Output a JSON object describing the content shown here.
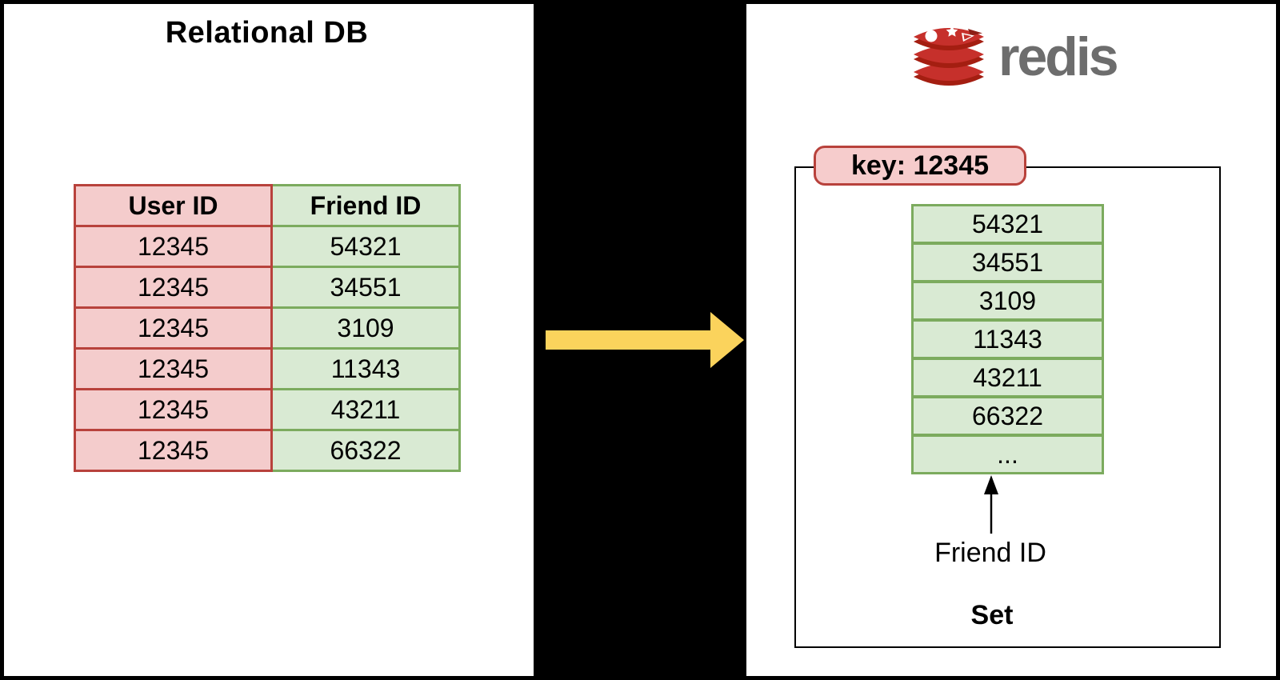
{
  "left_panel": {
    "title": "Relational DB",
    "table": {
      "headers": [
        "User ID",
        "Friend ID"
      ],
      "rows": [
        [
          "12345",
          "54321"
        ],
        [
          "12345",
          "34551"
        ],
        [
          "12345",
          "3109"
        ],
        [
          "12345",
          "11343"
        ],
        [
          "12345",
          "43211"
        ],
        [
          "12345",
          "66322"
        ]
      ]
    }
  },
  "right_panel": {
    "brand": "redis",
    "key_badge": "key: 12345",
    "set_items": [
      "54321",
      "34551",
      "3109",
      "11343",
      "43211",
      "66322",
      "..."
    ],
    "pointer_label": "Friend ID",
    "structure_label": "Set"
  },
  "colors": {
    "user_id_fill": "#f4cccc",
    "user_id_border": "#b8423c",
    "friend_id_fill": "#d9ead3",
    "friend_id_border": "#7cab5e",
    "flow_arrow": "#fbd35c",
    "redis_red": "#c6302b",
    "redis_dark_red": "#a41e11",
    "brand_text": "#6d6d6d"
  }
}
